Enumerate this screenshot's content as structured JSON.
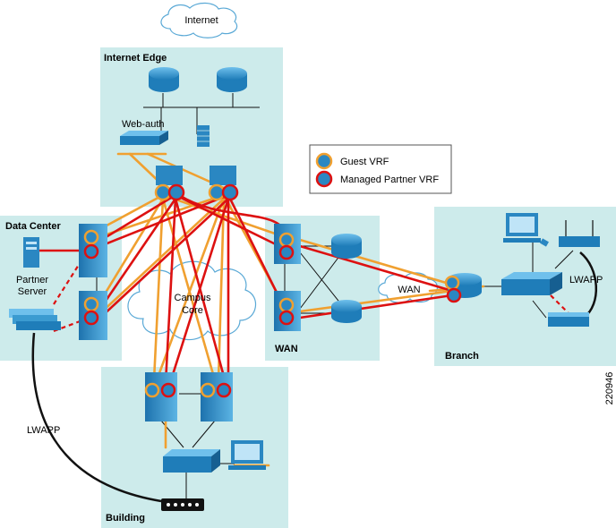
{
  "labels": {
    "internet": "Internet",
    "internet_edge": "Internet Edge",
    "web_auth": "Web-auth",
    "data_center": "Data Center",
    "partner_server": "Partner\nServer",
    "campus_core": "Campus\nCore",
    "wan_cloud": "WAN",
    "wan_zone": "WAN",
    "branch": "Branch",
    "lwapp_branch": "LWAPP",
    "lwapp_left": "LWAPP",
    "building": "Building",
    "figure_id": "220946"
  },
  "legend": {
    "guest": "Guest VRF",
    "partner": "Managed Partner VRF"
  },
  "colors": {
    "zone_fill": "#cdebeb",
    "guest_line": "#f0a030",
    "partner_line": "#dd1111",
    "device_blue": "#2a87c2"
  },
  "icons": [
    "router-icon",
    "firewall-icon",
    "switch-icon",
    "multilayer-switch-icon",
    "server-icon",
    "wireless-controller-icon",
    "access-point-icon",
    "pc-icon",
    "cloud-icon"
  ]
}
